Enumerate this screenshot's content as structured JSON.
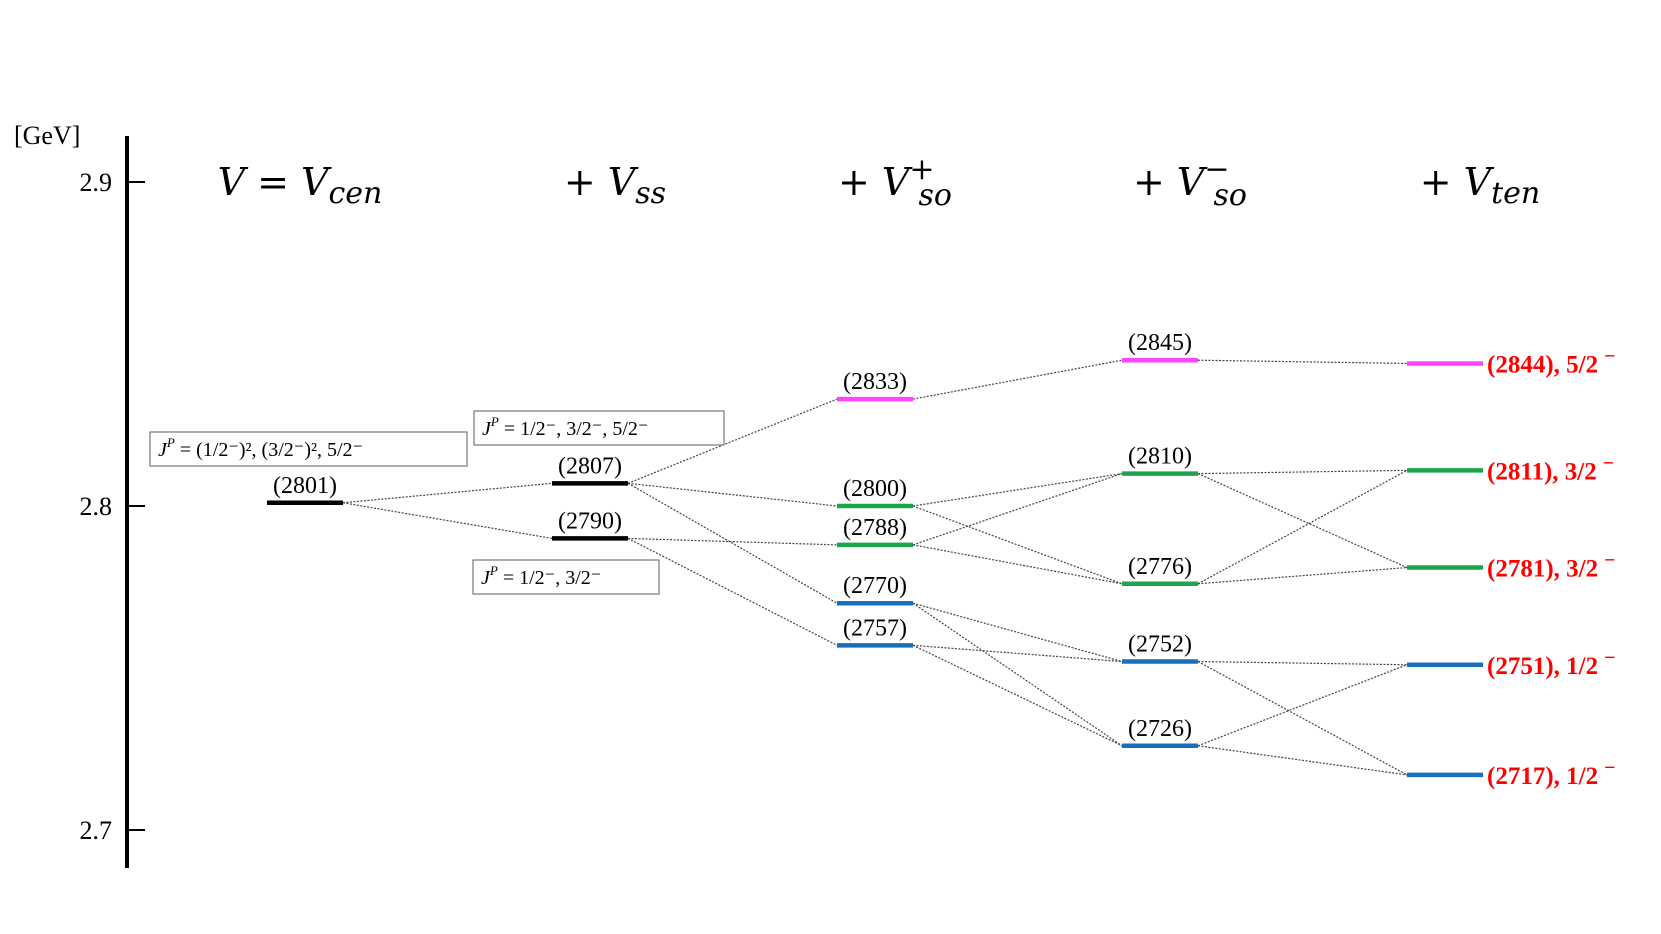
{
  "unit_label": "[GeV]",
  "colors": {
    "black": "#000000",
    "magenta": "#ff44ff",
    "green": "#1aa64a",
    "blue": "#1a6fbd",
    "red": "#ff0000",
    "connector": "#444444"
  },
  "chart_data": {
    "type": "level-diagram",
    "y_unit": "GeV",
    "ylim": [
      2.69,
      2.915
    ],
    "y_ticks": [
      {
        "value": 2.9,
        "label": "2.9"
      },
      {
        "value": 2.8,
        "label": "2.8"
      },
      {
        "value": 2.7,
        "label": "2.7"
      }
    ],
    "stages": [
      {
        "title_main": "V = V",
        "title_sub": "cen",
        "title_sup": ""
      },
      {
        "title_main": "+ V",
        "title_sub": "ss",
        "title_sup": ""
      },
      {
        "title_main": "+ V",
        "title_sub": "so",
        "title_sup": "+"
      },
      {
        "title_main": "+ V",
        "title_sub": "so",
        "title_sup": "−"
      },
      {
        "title_main": "+ V",
        "title_sub": "ten",
        "title_sup": ""
      }
    ],
    "levels": [
      {
        "id": "s0_2801",
        "stage": 0,
        "mass_mev": 2801,
        "label": "(2801)",
        "color": "black"
      },
      {
        "id": "s1_2807",
        "stage": 1,
        "mass_mev": 2807,
        "label": "(2807)",
        "color": "black"
      },
      {
        "id": "s1_2790",
        "stage": 1,
        "mass_mev": 2790,
        "label": "(2790)",
        "color": "black"
      },
      {
        "id": "s2_2833",
        "stage": 2,
        "mass_mev": 2833,
        "label": "(2833)",
        "color": "magenta"
      },
      {
        "id": "s2_2800",
        "stage": 2,
        "mass_mev": 2800,
        "label": "(2800)",
        "color": "green"
      },
      {
        "id": "s2_2788",
        "stage": 2,
        "mass_mev": 2788,
        "label": "(2788)",
        "color": "green"
      },
      {
        "id": "s2_2770",
        "stage": 2,
        "mass_mev": 2770,
        "label": "(2770)",
        "color": "blue"
      },
      {
        "id": "s2_2757",
        "stage": 2,
        "mass_mev": 2757,
        "label": "(2757)",
        "color": "blue"
      },
      {
        "id": "s3_2845",
        "stage": 3,
        "mass_mev": 2845,
        "label": "(2845)",
        "color": "magenta"
      },
      {
        "id": "s3_2810",
        "stage": 3,
        "mass_mev": 2810,
        "label": "(2810)",
        "color": "green"
      },
      {
        "id": "s3_2776",
        "stage": 3,
        "mass_mev": 2776,
        "label": "(2776)",
        "color": "green"
      },
      {
        "id": "s3_2752",
        "stage": 3,
        "mass_mev": 2752,
        "label": "(2752)",
        "color": "blue"
      },
      {
        "id": "s3_2726",
        "stage": 3,
        "mass_mev": 2726,
        "label": "(2726)",
        "color": "blue"
      },
      {
        "id": "s4_2844",
        "stage": 4,
        "mass_mev": 2844,
        "label": "(2844), 5/2",
        "sup": "−",
        "color": "magenta"
      },
      {
        "id": "s4_2811",
        "stage": 4,
        "mass_mev": 2811,
        "label": "(2811), 3/2",
        "sup": "−",
        "color": "green"
      },
      {
        "id": "s4_2781",
        "stage": 4,
        "mass_mev": 2781,
        "label": "(2781), 3/2",
        "sup": "−",
        "color": "green"
      },
      {
        "id": "s4_2751",
        "stage": 4,
        "mass_mev": 2751,
        "label": "(2751), 1/2",
        "sup": "−",
        "color": "blue"
      },
      {
        "id": "s4_2717",
        "stage": 4,
        "mass_mev": 2717,
        "label": "(2717), 1/2",
        "sup": "−",
        "color": "blue"
      }
    ],
    "connections": [
      [
        "s0_2801",
        "s1_2807"
      ],
      [
        "s0_2801",
        "s1_2790"
      ],
      [
        "s1_2807",
        "s2_2833"
      ],
      [
        "s1_2807",
        "s2_2800"
      ],
      [
        "s1_2807",
        "s2_2770"
      ],
      [
        "s1_2790",
        "s2_2788"
      ],
      [
        "s1_2790",
        "s2_2757"
      ],
      [
        "s2_2833",
        "s3_2845"
      ],
      [
        "s2_2800",
        "s3_2810"
      ],
      [
        "s2_2800",
        "s3_2776"
      ],
      [
        "s2_2788",
        "s3_2810"
      ],
      [
        "s2_2788",
        "s3_2776"
      ],
      [
        "s2_2770",
        "s3_2752"
      ],
      [
        "s2_2770",
        "s3_2726"
      ],
      [
        "s2_2757",
        "s3_2752"
      ],
      [
        "s2_2757",
        "s3_2726"
      ],
      [
        "s3_2845",
        "s4_2844"
      ],
      [
        "s3_2810",
        "s4_2811"
      ],
      [
        "s3_2810",
        "s4_2781"
      ],
      [
        "s3_2776",
        "s4_2811"
      ],
      [
        "s3_2776",
        "s4_2781"
      ],
      [
        "s3_2752",
        "s4_2751"
      ],
      [
        "s3_2752",
        "s4_2717"
      ],
      [
        "s3_2726",
        "s4_2751"
      ],
      [
        "s3_2726",
        "s4_2717"
      ]
    ],
    "jp_boxes": [
      {
        "id": "jp0",
        "text": "J",
        "sup": "P",
        "rest": " = (1/2⁻)², (3/2⁻)², 5/2⁻"
      },
      {
        "id": "jp1",
        "text": "J",
        "sup": "P",
        "rest": " = 1/2⁻, 3/2⁻, 5/2⁻"
      },
      {
        "id": "jp2",
        "text": "J",
        "sup": "P",
        "rest": " = 1/2⁻, 3/2⁻"
      }
    ]
  }
}
